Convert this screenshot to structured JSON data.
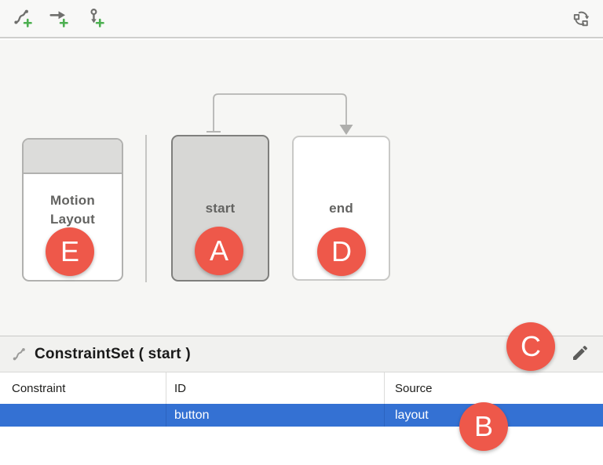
{
  "toolbar": {
    "buttons": [
      {
        "name": "add-constraint-set",
        "icon": "motion-path-plus-icon"
      },
      {
        "name": "add-transition",
        "icon": "arrow-plus-icon"
      },
      {
        "name": "add-click-swipe-handler",
        "icon": "touch-plus-icon"
      }
    ],
    "right_buttons": [
      {
        "name": "cycle-layout",
        "icon": "cycle-icon"
      }
    ]
  },
  "canvas": {
    "motion_layout_card": {
      "label": "Motion Layout"
    },
    "constraint_sets": [
      {
        "label": "start",
        "selected": true
      },
      {
        "label": "end",
        "selected": false
      }
    ]
  },
  "annotations": {
    "badges": [
      {
        "letter": "A"
      },
      {
        "letter": "B"
      },
      {
        "letter": "C"
      },
      {
        "letter": "D"
      },
      {
        "letter": "E"
      }
    ]
  },
  "panel": {
    "icon": "motion-path-icon",
    "title": "ConstraintSet ( start )",
    "edit_icon": "pencil-icon",
    "table": {
      "columns": [
        "Constraint",
        "ID",
        "Source"
      ],
      "rows": [
        {
          "constraint": "",
          "id": "button",
          "source": "layout",
          "selected": true
        }
      ]
    }
  },
  "icons": {
    "motion-path-plus-icon": "s-curve path with green plus",
    "arrow-plus-icon": "right arrow with green plus",
    "touch-plus-icon": "touch gesture with green plus",
    "cycle-icon": "circular arrows with two squares",
    "motion-path-icon": "gray s-curve path",
    "pencil-icon": "edit pencil"
  },
  "colors": {
    "badge_red": "#ee584a",
    "selection_blue": "#3471d3",
    "icon_green": "#4caf50",
    "canvas_bg": "#f6f6f4",
    "toolbar_bg": "#f8f8f7",
    "panel_header_bg": "#f1f1ef",
    "start_card_bg": "#d7d7d5",
    "card_border_gray": "#7f7f7d"
  }
}
